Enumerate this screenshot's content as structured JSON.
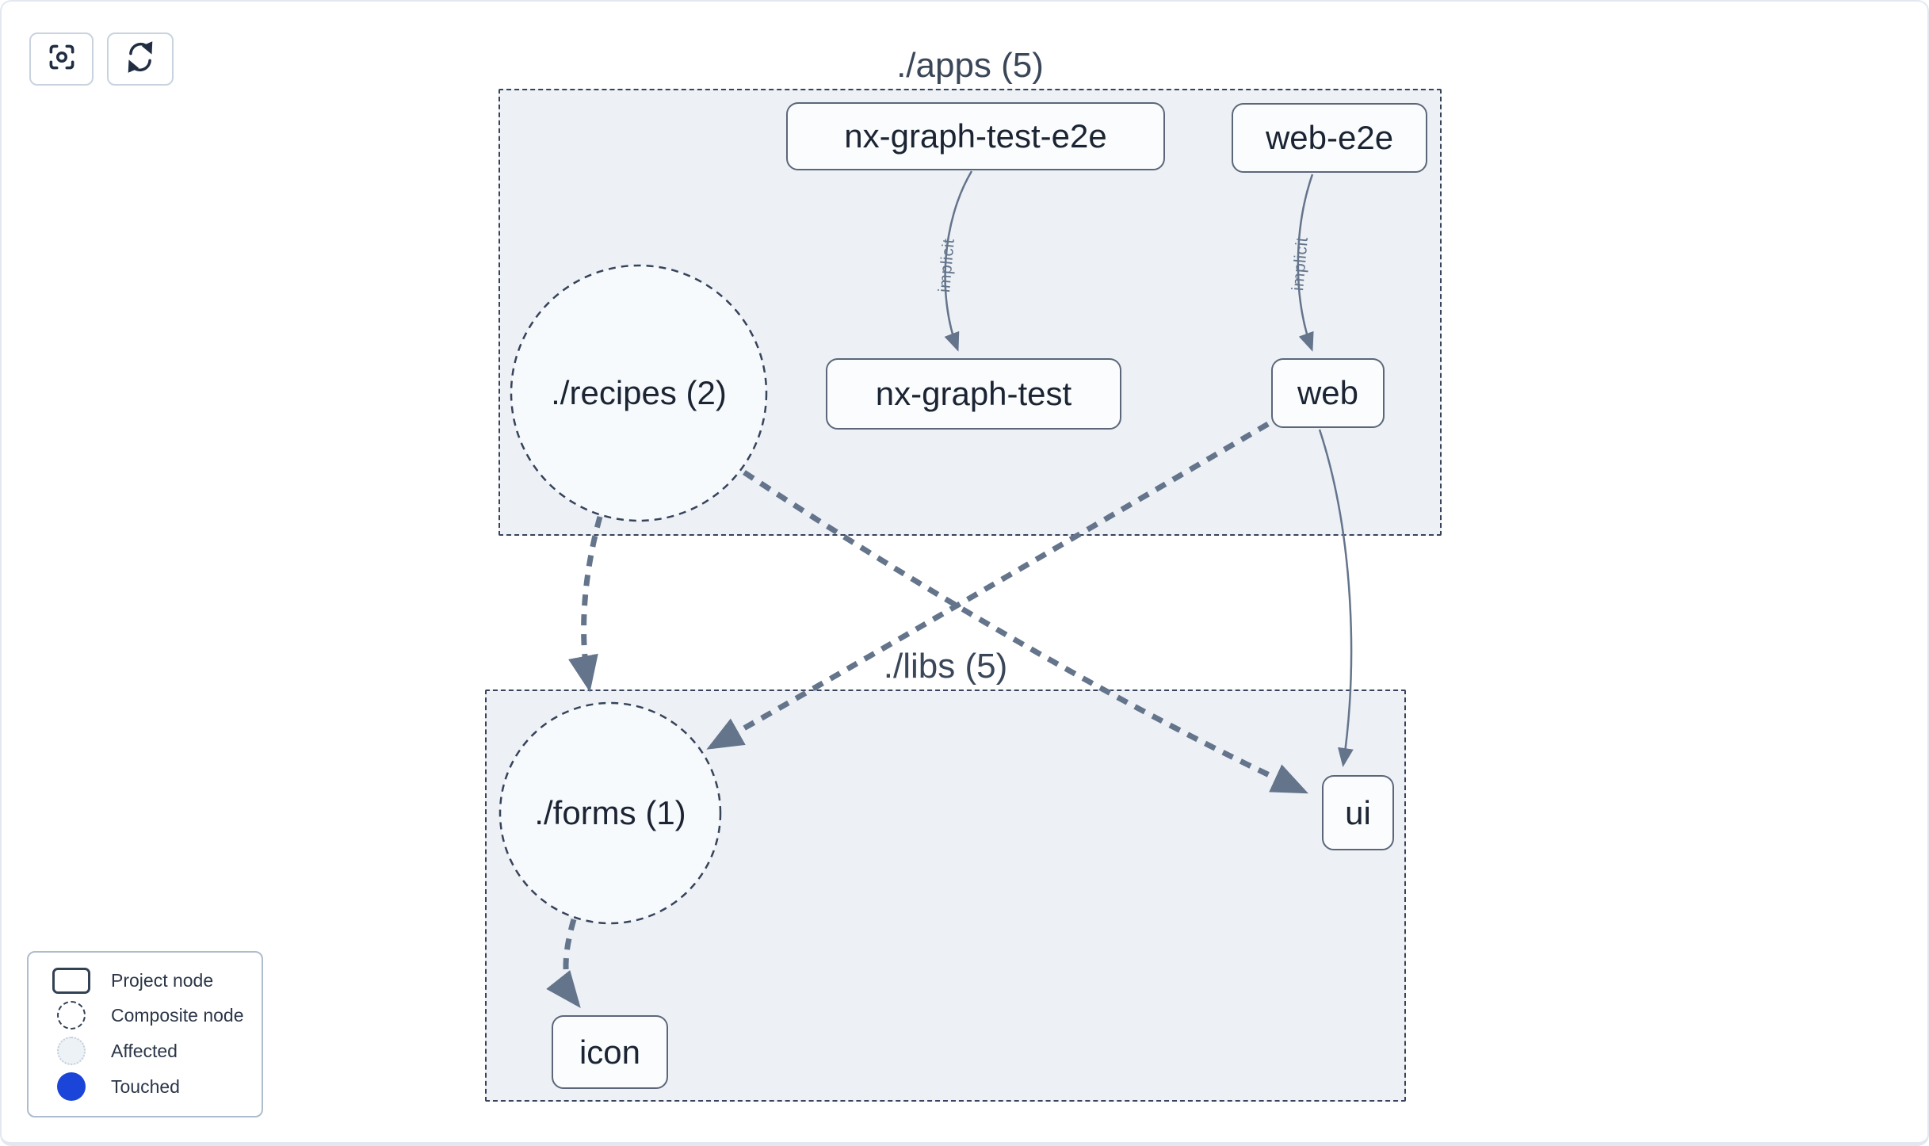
{
  "graph": {
    "toolbar": [
      {
        "name": "focus",
        "icon": "focus-icon"
      },
      {
        "name": "refresh",
        "icon": "refresh-icon"
      }
    ],
    "clusters": [
      {
        "id": "apps",
        "title": "./apps (5)"
      },
      {
        "id": "libs",
        "title": "./libs (5)"
      }
    ],
    "nodes": [
      {
        "id": "nx-graph-test-e2e",
        "label": "nx-graph-test-e2e",
        "type": "project",
        "cluster": "apps"
      },
      {
        "id": "web-e2e",
        "label": "web-e2e",
        "type": "project",
        "cluster": "apps"
      },
      {
        "id": "nx-graph-test",
        "label": "nx-graph-test",
        "type": "project",
        "cluster": "apps"
      },
      {
        "id": "web",
        "label": "web",
        "type": "project",
        "cluster": "apps"
      },
      {
        "id": "recipes",
        "label": "./recipes (2)",
        "type": "composite",
        "cluster": "apps"
      },
      {
        "id": "forms",
        "label": "./forms (1)",
        "type": "composite",
        "cluster": "libs"
      },
      {
        "id": "ui",
        "label": "ui",
        "type": "project",
        "cluster": "libs"
      },
      {
        "id": "icon",
        "label": "icon",
        "type": "project",
        "cluster": "libs"
      }
    ],
    "edges": [
      {
        "from": "nx-graph-test-e2e",
        "to": "nx-graph-test",
        "label": "implicit",
        "style": "solid"
      },
      {
        "from": "web-e2e",
        "to": "web",
        "label": "implicit",
        "style": "solid"
      },
      {
        "from": "recipes",
        "to": "forms",
        "label": "",
        "style": "thick-dashed"
      },
      {
        "from": "recipes",
        "to": "ui",
        "label": "",
        "style": "thick-dashed"
      },
      {
        "from": "web",
        "to": "forms",
        "label": "",
        "style": "thick-dashed"
      },
      {
        "from": "web",
        "to": "ui",
        "label": "",
        "style": "solid"
      },
      {
        "from": "forms",
        "to": "icon",
        "label": "",
        "style": "thick-dashed"
      }
    ],
    "legend": {
      "items": [
        {
          "label": "Project node",
          "swatch": "project-rect"
        },
        {
          "label": "Composite node",
          "swatch": "dashed-circle"
        },
        {
          "label": "Affected",
          "swatch": "affected-circle"
        },
        {
          "label": "Touched",
          "swatch": "touched-circle",
          "color": "#1b44d8"
        }
      ]
    },
    "colors": {
      "cluster_fill": "#edf1f6",
      "composite_fill": "#f7fafc",
      "node_fill": "#fbfcfe",
      "node_border": "#5b6779",
      "cluster_border": "#36435a",
      "edge": "#64748b",
      "touched": "#1b44d8"
    }
  }
}
